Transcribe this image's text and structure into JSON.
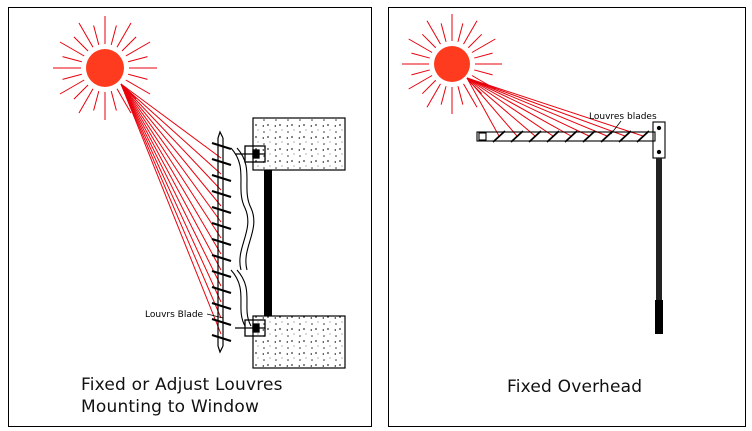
{
  "left_panel": {
    "blade_label": "Louvrs Blade",
    "caption_line1": "Fixed or Adjust Louvres",
    "caption_line2": "Mounting to Window"
  },
  "right_panel": {
    "blade_label": "Louvres blades",
    "caption": "Fixed Overhead"
  },
  "colors": {
    "sun_fill": "#ff3b1f",
    "ray": "#e8000b",
    "line": "#000000"
  }
}
